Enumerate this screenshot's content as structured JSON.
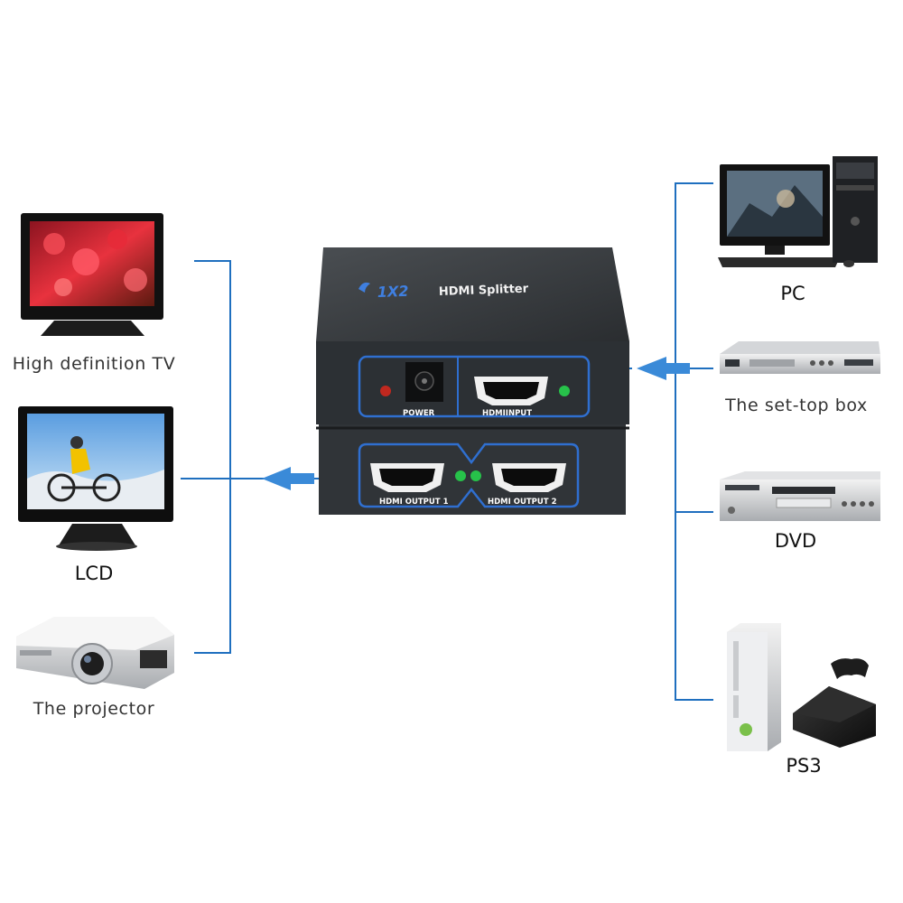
{
  "splitter": {
    "brand_text": "1X2",
    "product_text": "HDMI Splitter",
    "power_label": "POWER",
    "input_label": "HDMIINPUT",
    "output1_label": "HDMI OUTPUT 1",
    "output2_label": "HDMI OUTPUT 2"
  },
  "outputs": [
    {
      "label": "High definition TV",
      "icon": "hdtv-icon"
    },
    {
      "label": "LCD",
      "icon": "lcd-monitor-icon"
    },
    {
      "label": "The projector",
      "icon": "projector-icon"
    }
  ],
  "sources": [
    {
      "label": "PC",
      "icon": "pc-icon"
    },
    {
      "label": "The set-top box",
      "icon": "set-top-box-icon"
    },
    {
      "label": "DVD",
      "icon": "dvd-player-icon"
    },
    {
      "label": "PS3",
      "icon": "ps3-console-icon"
    }
  ],
  "colors": {
    "connector": "#1f6fbf",
    "arrow": "#3a8ad8",
    "device_body": "#2c3034",
    "panel_outline": "#2f6fd0",
    "led_green": "#27c24a",
    "led_red": "#c0281f"
  }
}
